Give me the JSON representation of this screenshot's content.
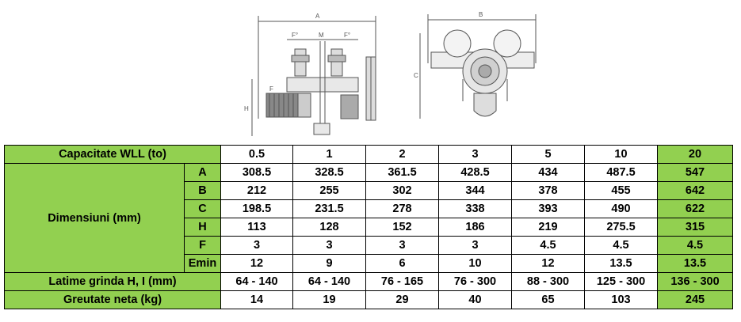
{
  "drawing": {
    "side_view_labels": {
      "a": "A",
      "f_left": "F°",
      "m": "M",
      "f_right": "F°",
      "h": "H",
      "f_side": "F"
    },
    "front_view_labels": {
      "b": "B",
      "c": "C"
    }
  },
  "table": {
    "capacity_label": "Capacitate WLL (to)",
    "capacities": [
      "0.5",
      "1",
      "2",
      "3",
      "5",
      "10",
      "20"
    ],
    "dimensions_label": "Dimensiuni (mm)",
    "dimension_rows": [
      {
        "label": "A",
        "values": [
          "308.5",
          "328.5",
          "361.5",
          "428.5",
          "434",
          "487.5",
          "547"
        ]
      },
      {
        "label": "B",
        "values": [
          "212",
          "255",
          "302",
          "344",
          "378",
          "455",
          "642"
        ]
      },
      {
        "label": "C",
        "values": [
          "198.5",
          "231.5",
          "278",
          "338",
          "393",
          "490",
          "622"
        ]
      },
      {
        "label": "H",
        "values": [
          "113",
          "128",
          "152",
          "186",
          "219",
          "275.5",
          "315"
        ]
      },
      {
        "label": "F",
        "values": [
          "3",
          "3",
          "3",
          "3",
          "4.5",
          "4.5",
          "4.5"
        ]
      },
      {
        "label": "Emin",
        "values": [
          "12",
          "9",
          "6",
          "10",
          "12",
          "13.5",
          "13.5"
        ]
      }
    ],
    "beam_label": "Latime grinda H, I (mm)",
    "beam_values": [
      "64 - 140",
      "64 - 140",
      "76 - 165",
      "76 - 300",
      "88 - 300",
      "125 - 300",
      "136 - 300"
    ],
    "weight_label": "Greutate neta (kg)",
    "weight_values": [
      "14",
      "19",
      "29",
      "40",
      "65",
      "103",
      "245"
    ]
  },
  "colors": {
    "header_green": "#92d050",
    "border": "#000000",
    "drawing_line": "#555555"
  }
}
